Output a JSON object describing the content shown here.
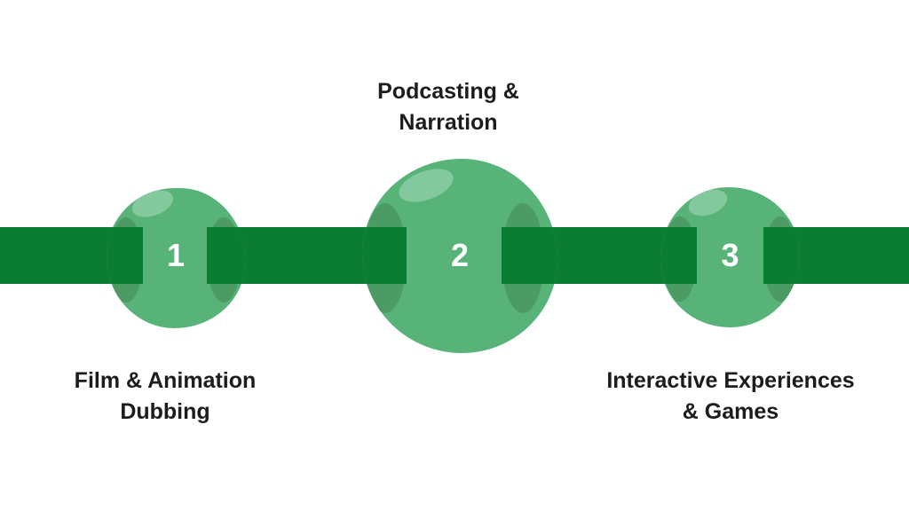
{
  "colors": {
    "background": "#ffffff",
    "ribbon": "#0a7d33",
    "bead": "#58b379",
    "bead_hole": "#4c9a64",
    "bead_highlight": "#84c99e",
    "number_text": "#ffffff",
    "label_text": "#1c1c1c"
  },
  "beads": [
    {
      "number": "1",
      "size": "small",
      "label_position": "below",
      "label_lines": [
        "Film & Animation",
        "Dubbing"
      ]
    },
    {
      "number": "2",
      "size": "large",
      "label_position": "above",
      "label_lines": [
        "Podcasting &",
        "Narration"
      ]
    },
    {
      "number": "3",
      "size": "small",
      "label_position": "below",
      "label_lines": [
        "Interactive Experiences",
        "& Games"
      ]
    }
  ]
}
